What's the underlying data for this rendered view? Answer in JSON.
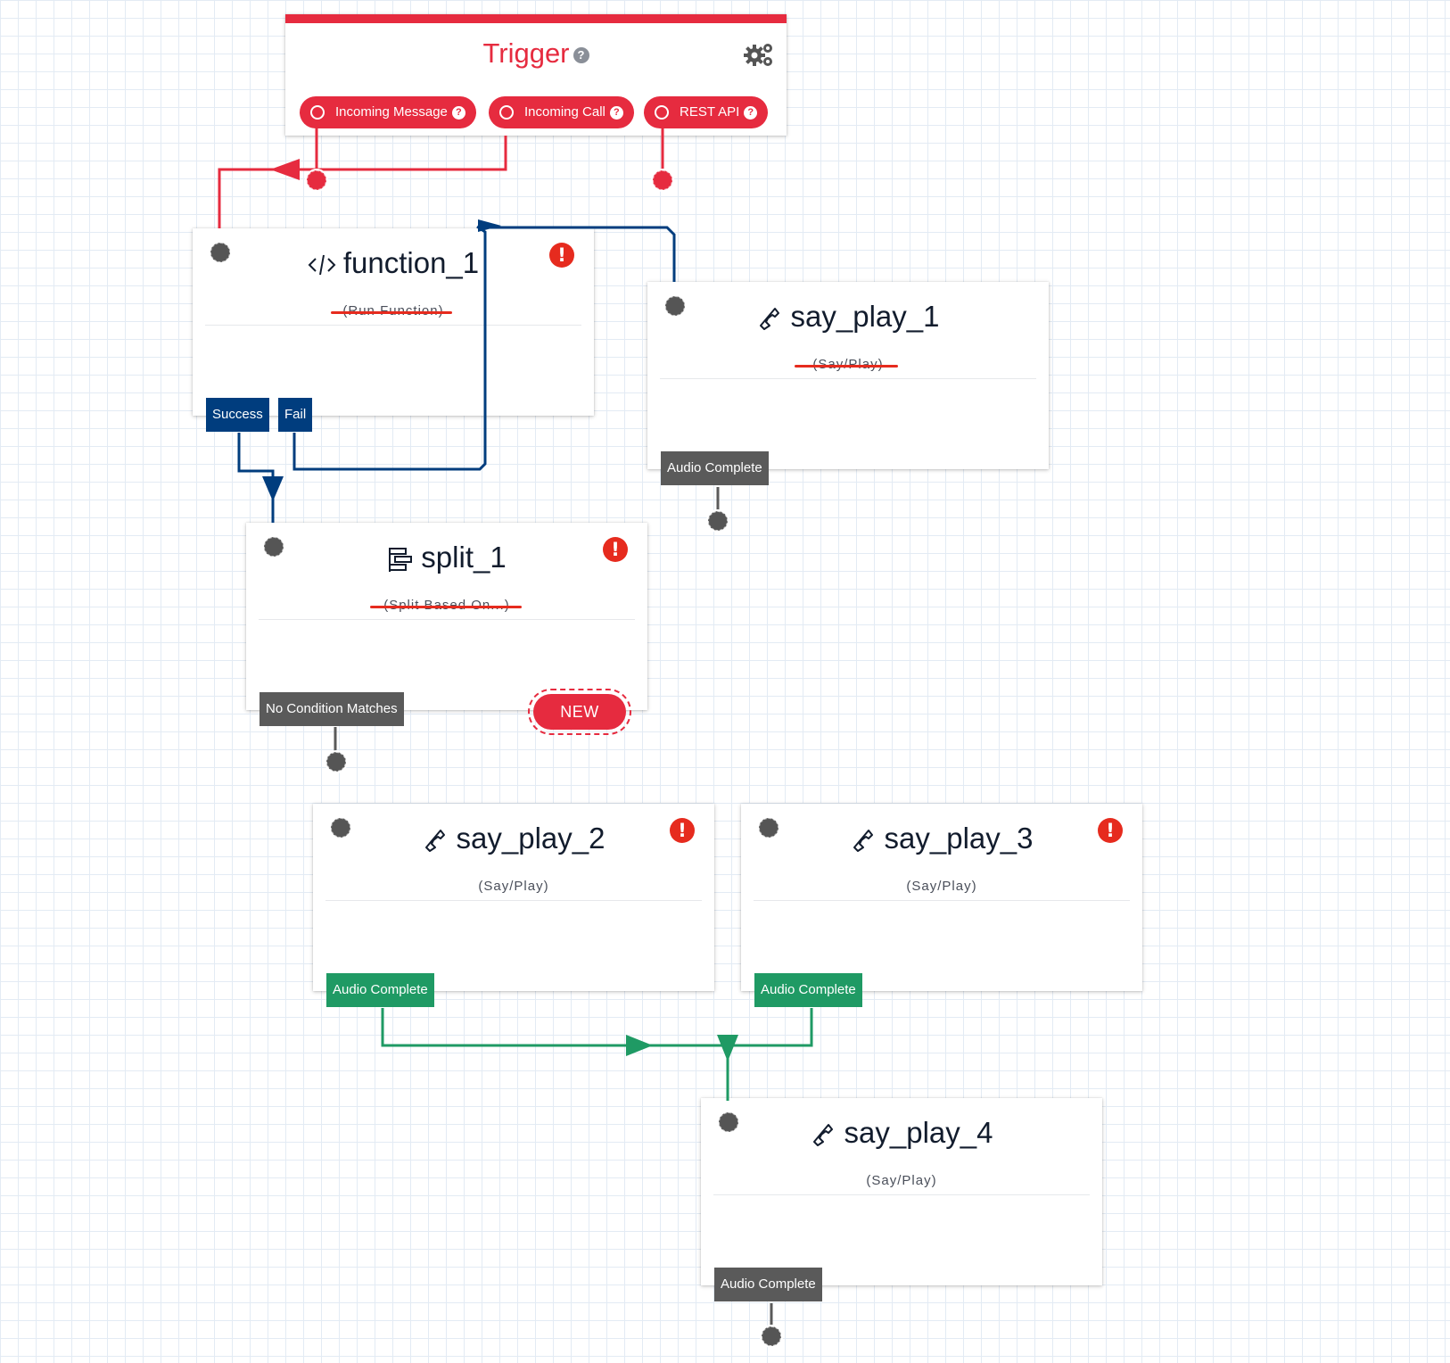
{
  "trigger": {
    "title": "Trigger",
    "help_glyph": "?",
    "settings_icon": "gear-icon",
    "triggers": [
      {
        "label": "Incoming Message"
      },
      {
        "label": "Incoming Call"
      },
      {
        "label": "REST API"
      }
    ]
  },
  "widgets": {
    "function_1": {
      "name": "function_1",
      "type": "(Run Function)",
      "icon": "code-icon",
      "error": "!",
      "transitions": [
        "Success",
        "Fail"
      ]
    },
    "say_play_1": {
      "name": "say_play_1",
      "type": "(Say/Play)",
      "icon": "phone-icon",
      "transitions": [
        "Audio Complete"
      ]
    },
    "split_1": {
      "name": "split_1",
      "type": "(Split Based On...)",
      "icon": "split-icon",
      "error": "!",
      "transitions": [
        "No Condition Matches"
      ],
      "new_label": "NEW"
    },
    "say_play_2": {
      "name": "say_play_2",
      "type": "(Say/Play)",
      "icon": "phone-icon",
      "error": "!",
      "transitions": [
        "Audio Complete"
      ]
    },
    "say_play_3": {
      "name": "say_play_3",
      "type": "(Say/Play)",
      "icon": "phone-icon",
      "error": "!",
      "transitions": [
        "Audio Complete"
      ]
    },
    "say_play_4": {
      "name": "say_play_4",
      "type": "(Say/Play)",
      "icon": "phone-icon",
      "transitions": [
        "Audio Complete"
      ]
    }
  },
  "colors": {
    "trigger_red": "#e62b3f",
    "error_red": "#e62b1e",
    "link_blue": "#003d7e",
    "link_green": "#1f9a64",
    "node_gray": "#5a5a5a"
  }
}
